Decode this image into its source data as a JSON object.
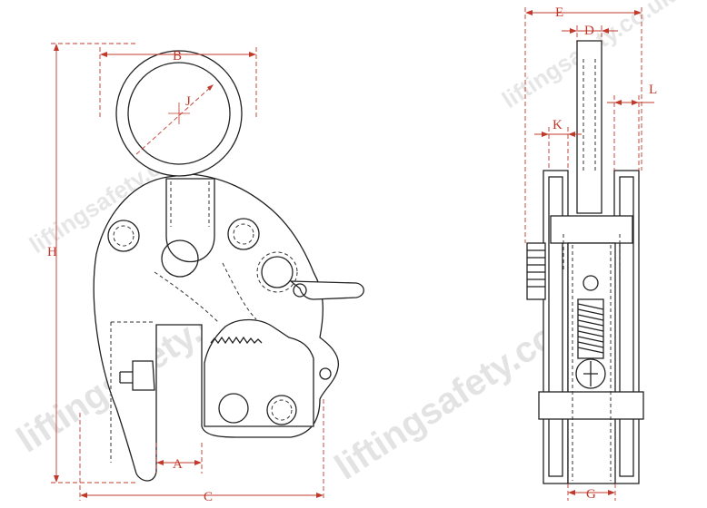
{
  "watermark": {
    "main": "liftingsafety.co.uk",
    "secondary": "liftingsafety.co.uk"
  },
  "dimensions": {
    "A": "A",
    "B": "B",
    "C": "C",
    "D": "D",
    "E": "E",
    "G": "G",
    "H": "H",
    "J": "J",
    "K": "K",
    "L": "L"
  },
  "colors": {
    "dimension": "#c0392b",
    "outline": "#222222",
    "watermark": "#e3e3e3"
  }
}
